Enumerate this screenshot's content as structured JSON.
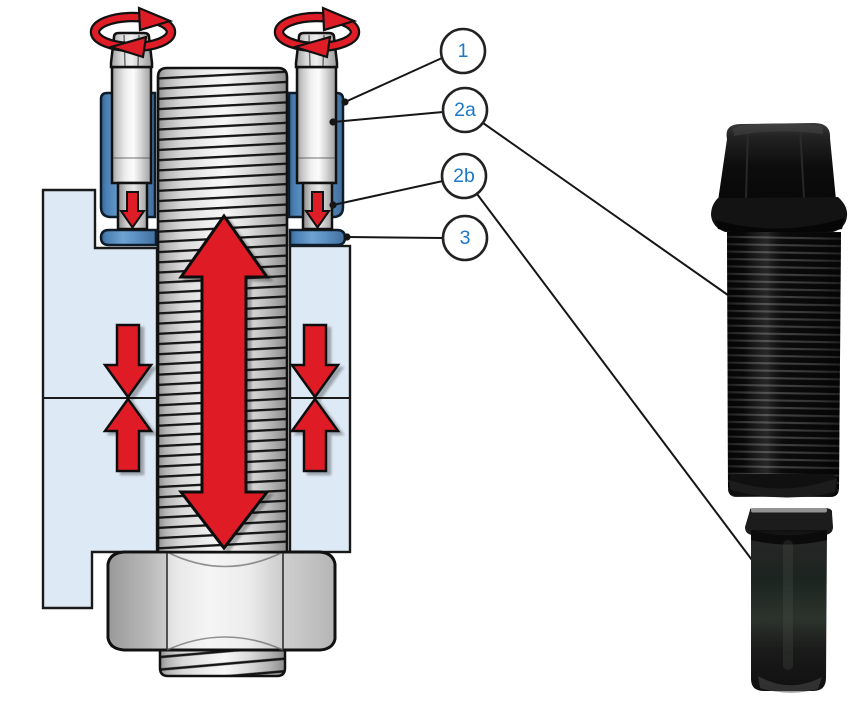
{
  "page": {
    "background": "#ffffff",
    "description": "Cut-away diagram of a multi-jackbolt tensioner with red force arrows, numbered callouts, and a photo of a jackbolt with its hardened washer pin"
  },
  "callouts": {
    "items": [
      {
        "id": "1",
        "label": "1"
      },
      {
        "id": "2a",
        "label": "2a"
      },
      {
        "id": "2b",
        "label": "2b"
      },
      {
        "id": "3",
        "label": "3"
      }
    ]
  },
  "colors": {
    "arrow_red": "#df1d26",
    "nut_blue": "#4a80b4",
    "flange_light_blue": "#dde9f5",
    "callout_text_blue": "#1d78c8",
    "outline_black": "#1a1a1a",
    "steel_light_gray": "#f2f2f2",
    "photo_black": "#101010",
    "background_white": "#ffffff"
  }
}
